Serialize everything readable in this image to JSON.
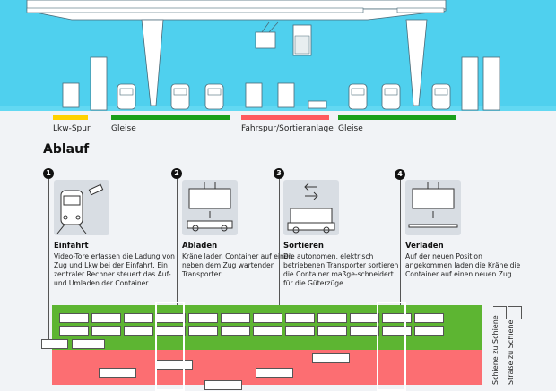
{
  "legend": [
    {
      "label": "Lkw-Spur",
      "color": "#ffd200"
    },
    {
      "label": "Gleise",
      "color": "#1aa01a"
    },
    {
      "label": "Fahrspur/Sortieranlage",
      "color": "#ff5a5f"
    },
    {
      "label": "Gleise",
      "color": "#1aa01a"
    }
  ],
  "section_title": "Ablauf",
  "steps": [
    {
      "number": "1",
      "title": "Einfahrt",
      "text": "Video-Tore erfassen die Ladung von Zug  und Lkw bei der Einfahrt. Ein zentraler Rechner steuert das Auf- und Umladen der Container.",
      "icon": "train-camera-icon"
    },
    {
      "number": "2",
      "title": "Abladen",
      "text": "Kräne laden Container auf einen neben dem Zug wartenden Transporter.",
      "icon": "crane-unload-icon"
    },
    {
      "number": "3",
      "title": "Sortieren",
      "text": "Die autonomen, elektrisch betriebenen Transporter sortieren die Container maßge-schneidert für die Güterzüge.",
      "icon": "sort-transporter-icon"
    },
    {
      "number": "4",
      "title": "Verladen",
      "text": "Auf der neuen Position angekommen laden die Kräne die Container auf einen neuen Zug.",
      "icon": "crane-load-icon"
    }
  ],
  "side_labels": [
    "Schiene zu Schiene",
    "Straße zu Schiene"
  ],
  "colors": {
    "sky": "#4fd0ee",
    "track_zone": "#5db532",
    "sort_zone": "#fc6e72",
    "background": "#f1f3f6"
  }
}
